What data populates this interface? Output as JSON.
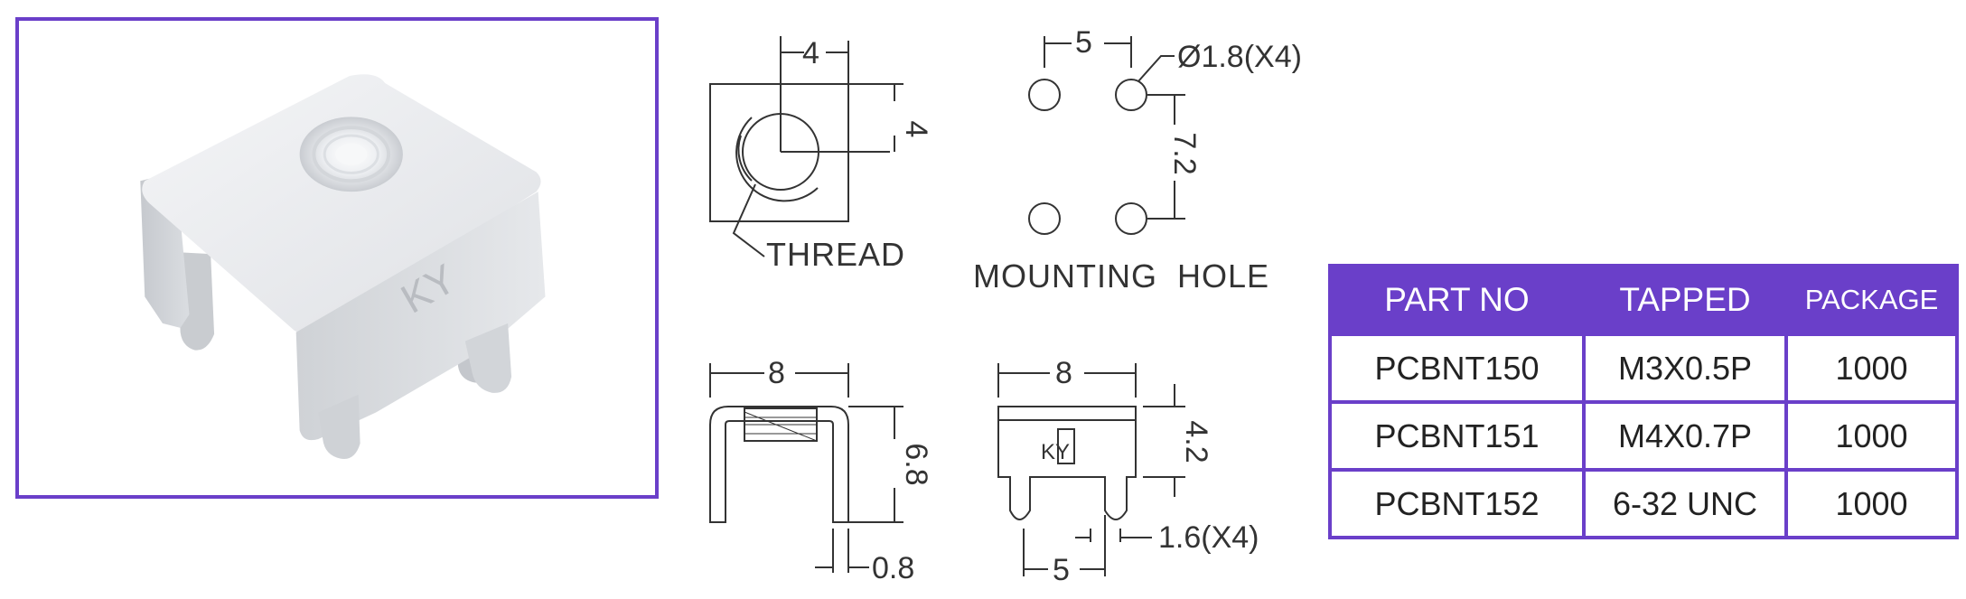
{
  "product_photo": {
    "marking": "KY"
  },
  "thread_view": {
    "width_dim": "4",
    "height_dim": "4",
    "label": "THREAD"
  },
  "mounting_hole_view": {
    "spacing_x": "5",
    "spacing_y": "7.2",
    "hole_note": "Ø1.8(X4)",
    "label": "MOUNTING  HOLE"
  },
  "side_view": {
    "width_dim": "8",
    "height_dim": "6.8",
    "thickness_dim": "0.8"
  },
  "front_view": {
    "width_dim": "8",
    "height_dim": "4.2",
    "pin_width_dim": "1.6(X4)",
    "pin_spacing_dim": "5",
    "marking": "KY"
  },
  "table": {
    "headers": [
      "PART NO",
      "TAPPED",
      "PACKAGE"
    ],
    "rows": [
      [
        "PCBNT150",
        "M3X0.5P",
        "1000"
      ],
      [
        "PCBNT151",
        "M4X0.7P",
        "1000"
      ],
      [
        "PCBNT152",
        "6-32 UNC",
        "1000"
      ]
    ]
  },
  "colors": {
    "accent": "#6a3fc9",
    "line": "#333333"
  }
}
